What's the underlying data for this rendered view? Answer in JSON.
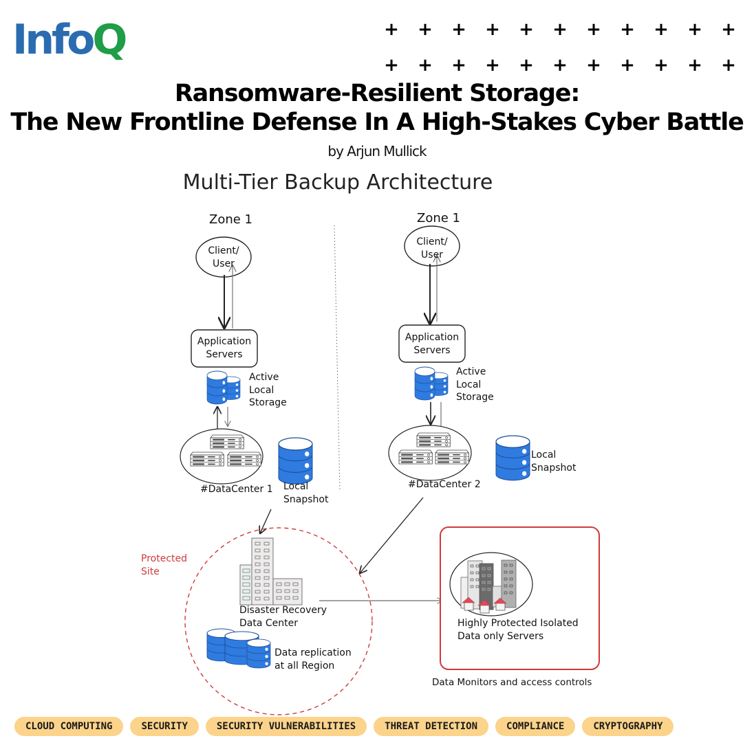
{
  "header": {
    "logo": {
      "part1": "Info",
      "part2": "Q",
      "color1": "#2b6cb0",
      "color2": "#1f9d48"
    },
    "decoration": {
      "symbol": "+",
      "rows": 2,
      "cols": 11
    },
    "title_line1": "Ransomware-Resilient Storage:",
    "title_line2": "The New Frontline Defense In A High-Stakes Cyber Battle",
    "byline": "by Arjun Mullick"
  },
  "diagram": {
    "title": "Multi-Tier Backup Architecture",
    "zones": [
      {
        "zone_label": "Zone 1",
        "client_label_1": "Client/",
        "client_label_2": "User",
        "app_label_1": "Application",
        "app_label_2": "Servers",
        "storage_label_1": "Active",
        "storage_label_2": "Local",
        "storage_label_3": "Storage",
        "datacenter_label": "#DataCenter 1",
        "snapshot_label_1": "Local",
        "snapshot_label_2": "Snapshot"
      },
      {
        "zone_label": "Zone 1",
        "client_label_1": "Client/",
        "client_label_2": "User",
        "app_label_1": "Application",
        "app_label_2": "Servers",
        "storage_label_1": "Active",
        "storage_label_2": "Local",
        "storage_label_3": "Storage",
        "datacenter_label": "#DataCenter 2",
        "snapshot_label_1": "Local",
        "snapshot_label_2": "Snapshot"
      }
    ],
    "protected_site": {
      "label_1": "Protected",
      "label_2": "Site",
      "dr_label_1": "Disaster Recovery",
      "dr_label_2": "Data Center",
      "replication_label_1": "Data replication",
      "replication_label_2": "at all  Region"
    },
    "isolated": {
      "label_1": "Highly Protected Isolated",
      "label_2": "Data only Servers",
      "caption": "Data Monitors and access controls"
    },
    "colors": {
      "storage_blue": "#2f7be0",
      "protected_red": "#d03a3a",
      "tag_bg": "#fbd38a"
    }
  },
  "tags": [
    "CLOUD COMPUTING",
    "SECURITY",
    "SECURITY VULNERABILITIES",
    "THREAT DETECTION",
    "COMPLIANCE",
    "CRYPTOGRAPHY"
  ]
}
